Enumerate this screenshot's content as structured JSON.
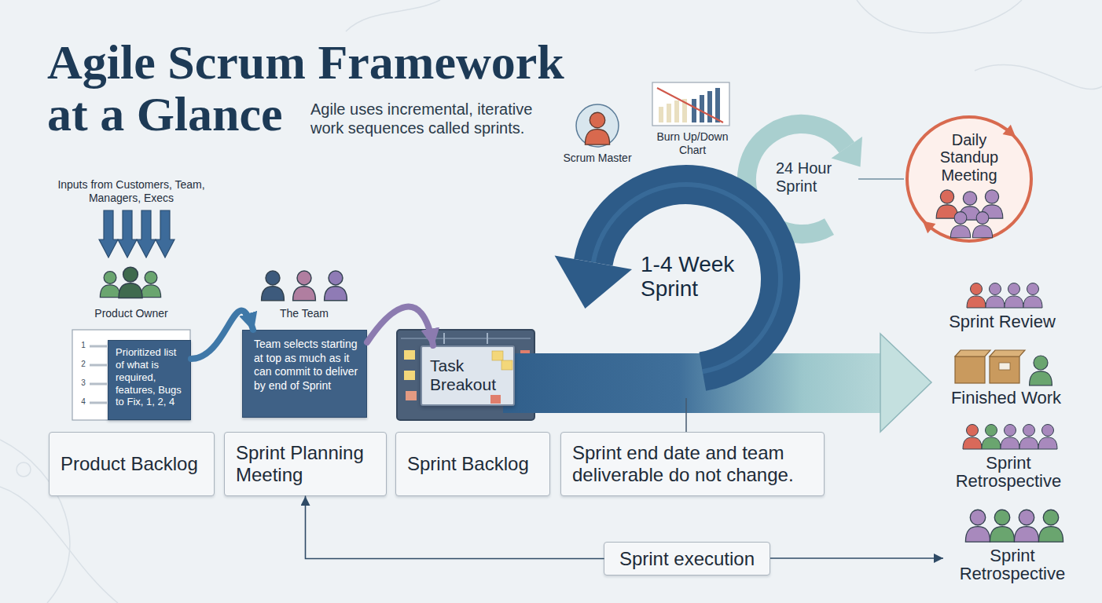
{
  "diagram": {
    "title": "Agile Scrum Framework at a Glance",
    "nodes": [
      {
        "text": [
          "Daily Standup Meeting"
        ]
      },
      {
        "text": [
          "Prioritized list of what is required, features, Bugs to Fix, 1, 2, 4"
        ]
      },
      {
        "text": [
          "Team selects starting at top as much as it can commit to deliver by end of Sprint"
        ]
      },
      {
        "text": [
          "Task Breakout"
        ]
      },
      {
        "text": [
          "Product Backlog"
        ]
      },
      {
        "text": [
          "Sprint Planning Meeting"
        ]
      },
      {
        "text": [
          "Sprint Backlog"
        ]
      },
      {
        "text": [
          "Sprint end date and team deliverable do not change."
        ]
      },
      {
        "text": [
          "Sprint execution"
        ]
      }
    ],
    "edges": [
      {
        "from": 1,
        "to": 2,
        "arrow": "to"
      },
      {
        "from": 2,
        "to": 3,
        "arrow": "to"
      },
      {
        "from": 8,
        "to": 5,
        "arrow": "to"
      }
    ],
    "labels": [
      "Agile uses incremental, iterative work sequences called sprints.",
      "Scrum Master",
      "Burn Up/Down Chart",
      "24 Hour Sprint",
      "Inputs from Customers, Team, Managers, Execs",
      "1-4 Week Sprint",
      "Product Owner",
      "The Team",
      "Sprint Review",
      "1",
      "2",
      "3",
      "4",
      "Finished Work",
      "Sprint Retrospective",
      "Sprint Retrospective"
    ]
  }
}
